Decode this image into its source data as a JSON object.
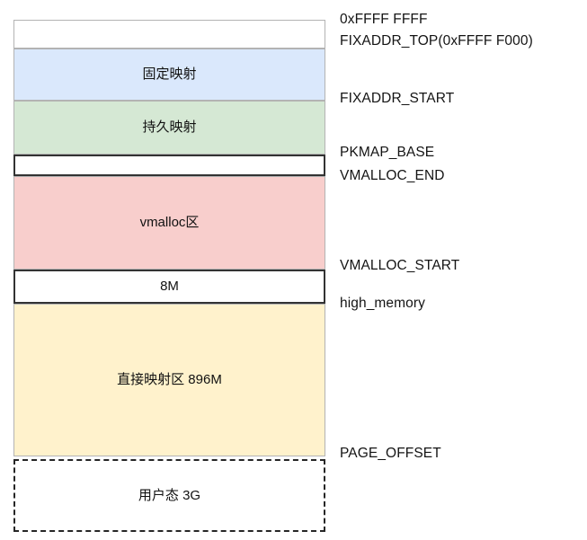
{
  "diagram": {
    "title": "Linux 32-bit virtual address space layout",
    "blocks": [
      {
        "label": "",
        "fill": "#ffffff",
        "name": "reserved-top-block"
      },
      {
        "label": "固定映射",
        "fill": "#dae8fc",
        "name": "fixed-mapping-block"
      },
      {
        "label": "持久映射",
        "fill": "#d5e8d4",
        "name": "persistent-mapping-block"
      },
      {
        "label": "",
        "fill": "#ffffff",
        "name": "pkmap-vmalloc-gap-block"
      },
      {
        "label": "vmalloc区",
        "fill": "#f8cecc",
        "name": "vmalloc-area-block"
      },
      {
        "label": "8M",
        "fill": "#ffffff",
        "name": "eight-megabyte-gap-block"
      },
      {
        "label": "直接映射区 896M",
        "fill": "#fff2cc",
        "name": "direct-mapping-block"
      },
      {
        "label": "用户态 3G",
        "fill": "#ffffff",
        "name": "user-space-block"
      }
    ],
    "markers": [
      {
        "label": "0xFFFF FFFF",
        "name": "marker-0xffff-ffff"
      },
      {
        "label": "FIXADDR_TOP(0xFFFF F000)",
        "name": "marker-fixaddr-top"
      },
      {
        "label": "FIXADDR_START",
        "name": "marker-fixaddr-start"
      },
      {
        "label": "PKMAP_BASE",
        "name": "marker-pkmap-base"
      },
      {
        "label": "VMALLOC_END",
        "name": "marker-vmalloc-end"
      },
      {
        "label": "VMALLOC_START",
        "name": "marker-vmalloc-start"
      },
      {
        "label": "high_memory",
        "name": "marker-high-memory"
      },
      {
        "label": "PAGE_OFFSET",
        "name": "marker-page-offset"
      }
    ],
    "colors": {
      "fixed_mapping": "#dae8fc",
      "persistent_mapping": "#d5e8d4",
      "vmalloc": "#f8cecc",
      "direct_mapping": "#fff2cc",
      "plain": "#ffffff",
      "edge_light": "#b3b3b3",
      "edge_dark": "#333333",
      "text": "#141414"
    }
  }
}
